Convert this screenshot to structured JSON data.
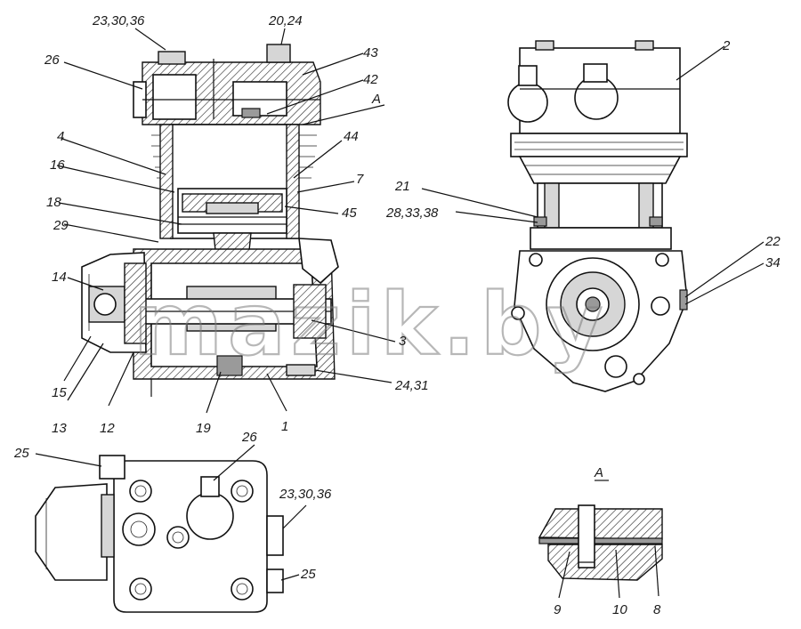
{
  "labels": {
    "l_23_30_36_top": "23,30,36",
    "l_20_24": "20,24",
    "l_26_top": "26",
    "l_43": "43",
    "l_42": "42",
    "l_A_main": "A",
    "l_44": "44",
    "l_4": "4",
    "l_16": "16",
    "l_7": "7",
    "l_18": "18",
    "l_45": "45",
    "l_29": "29",
    "l_14": "14",
    "l_3": "3",
    "l_24_31": "24,31",
    "l_15": "15",
    "l_13": "13",
    "l_12": "12",
    "l_19": "19",
    "l_1": "1",
    "l_2": "2",
    "l_21": "21",
    "l_28_33_38": "28,33,38",
    "l_22": "22",
    "l_34": "34",
    "l_25_top": "25",
    "l_26_bottom": "26",
    "l_23_30_36_bottom": "23,30,36",
    "l_25_bottom": "25",
    "l_A_detail": "A",
    "l_9": "9",
    "l_10": "10",
    "l_8": "8"
  },
  "watermark": "mazik.by",
  "colors": {
    "ink": "#111111",
    "watermark": "#7d7d7d",
    "background": "#ffffff"
  }
}
